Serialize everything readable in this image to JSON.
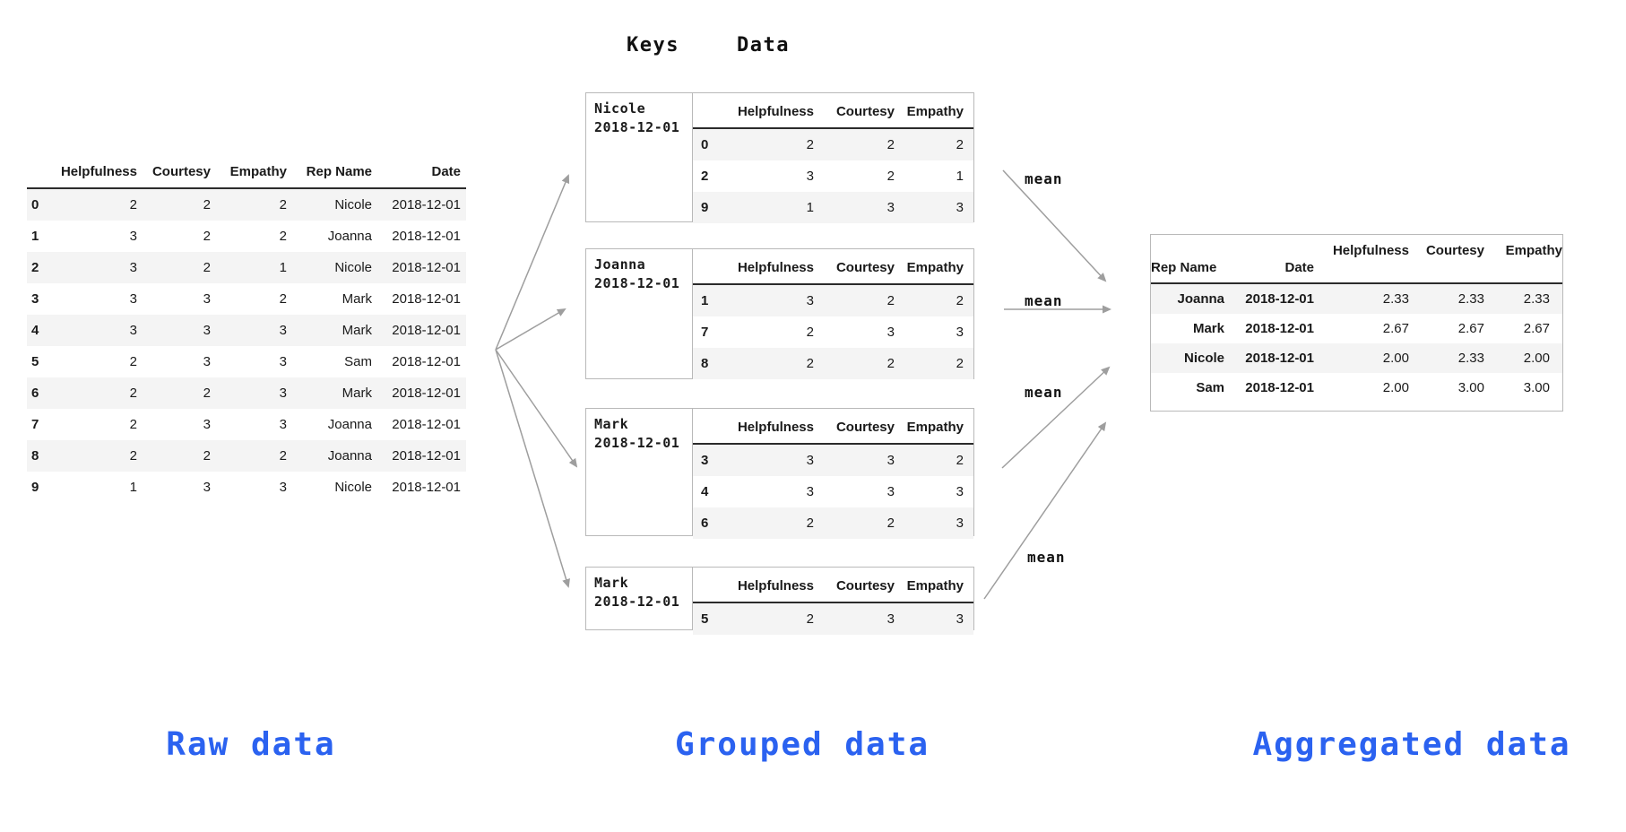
{
  "titles": {
    "raw": "Raw data",
    "grouped": "Grouped data",
    "aggregated": "Aggregated data"
  },
  "grouped_header": {
    "keys": "Keys",
    "data": "Data"
  },
  "mean_label": "mean",
  "colors": {
    "accent_blue": "#2b62f0",
    "row_stripe": "#f4f4f4",
    "arrow_gray": "#9e9e9e",
    "box_border": "#b9b9b9",
    "header_underline": "#2b2b2b"
  },
  "raw_table": {
    "columns": [
      "Helpfulness",
      "Courtesy",
      "Empathy",
      "Rep Name",
      "Date"
    ],
    "rows": [
      {
        "head": [
          "0"
        ],
        "cells": [
          "2",
          "2",
          "2",
          "Nicole",
          "2018-12-01"
        ]
      },
      {
        "head": [
          "1"
        ],
        "cells": [
          "3",
          "2",
          "2",
          "Joanna",
          "2018-12-01"
        ]
      },
      {
        "head": [
          "2"
        ],
        "cells": [
          "3",
          "2",
          "1",
          "Nicole",
          "2018-12-01"
        ]
      },
      {
        "head": [
          "3"
        ],
        "cells": [
          "3",
          "3",
          "2",
          "Mark",
          "2018-12-01"
        ]
      },
      {
        "head": [
          "4"
        ],
        "cells": [
          "3",
          "3",
          "3",
          "Mark",
          "2018-12-01"
        ]
      },
      {
        "head": [
          "5"
        ],
        "cells": [
          "2",
          "3",
          "3",
          "Sam",
          "2018-12-01"
        ]
      },
      {
        "head": [
          "6"
        ],
        "cells": [
          "2",
          "2",
          "3",
          "Mark",
          "2018-12-01"
        ]
      },
      {
        "head": [
          "7"
        ],
        "cells": [
          "2",
          "3",
          "3",
          "Joanna",
          "2018-12-01"
        ]
      },
      {
        "head": [
          "8"
        ],
        "cells": [
          "2",
          "2",
          "2",
          "Joanna",
          "2018-12-01"
        ]
      },
      {
        "head": [
          "9"
        ],
        "cells": [
          "1",
          "3",
          "3",
          "Nicole",
          "2018-12-01"
        ]
      }
    ]
  },
  "groups": [
    {
      "key_name": "Nicole",
      "key_date": "2018-12-01",
      "columns": [
        "Helpfulness",
        "Courtesy",
        "Empathy"
      ],
      "rows": [
        {
          "head": [
            "0"
          ],
          "cells": [
            "2",
            "2",
            "2"
          ]
        },
        {
          "head": [
            "2"
          ],
          "cells": [
            "3",
            "2",
            "1"
          ]
        },
        {
          "head": [
            "9"
          ],
          "cells": [
            "1",
            "3",
            "3"
          ]
        }
      ]
    },
    {
      "key_name": "Joanna",
      "key_date": "2018-12-01",
      "columns": [
        "Helpfulness",
        "Courtesy",
        "Empathy"
      ],
      "rows": [
        {
          "head": [
            "1"
          ],
          "cells": [
            "3",
            "2",
            "2"
          ]
        },
        {
          "head": [
            "7"
          ],
          "cells": [
            "2",
            "3",
            "3"
          ]
        },
        {
          "head": [
            "8"
          ],
          "cells": [
            "2",
            "2",
            "2"
          ]
        }
      ]
    },
    {
      "key_name": "Mark",
      "key_date": "2018-12-01",
      "columns": [
        "Helpfulness",
        "Courtesy",
        "Empathy"
      ],
      "rows": [
        {
          "head": [
            "3"
          ],
          "cells": [
            "3",
            "3",
            "2"
          ]
        },
        {
          "head": [
            "4"
          ],
          "cells": [
            "3",
            "3",
            "3"
          ]
        },
        {
          "head": [
            "6"
          ],
          "cells": [
            "2",
            "2",
            "3"
          ]
        }
      ]
    },
    {
      "key_name": "Mark",
      "key_date": "2018-12-01",
      "columns": [
        "Helpfulness",
        "Courtesy",
        "Empathy"
      ],
      "rows": [
        {
          "head": [
            "5"
          ],
          "cells": [
            "2",
            "3",
            "3"
          ]
        }
      ]
    }
  ],
  "aggregated_table": {
    "index_columns": [
      "Rep Name",
      "Date"
    ],
    "value_columns": [
      "Helpfulness",
      "Courtesy",
      "Empathy"
    ],
    "rows": [
      {
        "head": [
          "Joanna",
          "2018-12-01"
        ],
        "cells": [
          "2.33",
          "2.33",
          "2.33"
        ]
      },
      {
        "head": [
          "Mark",
          "2018-12-01"
        ],
        "cells": [
          "2.67",
          "2.67",
          "2.67"
        ]
      },
      {
        "head": [
          "Nicole",
          "2018-12-01"
        ],
        "cells": [
          "2.00",
          "2.33",
          "2.00"
        ]
      },
      {
        "head": [
          "Sam",
          "2018-12-01"
        ],
        "cells": [
          "2.00",
          "3.00",
          "3.00"
        ]
      }
    ]
  }
}
